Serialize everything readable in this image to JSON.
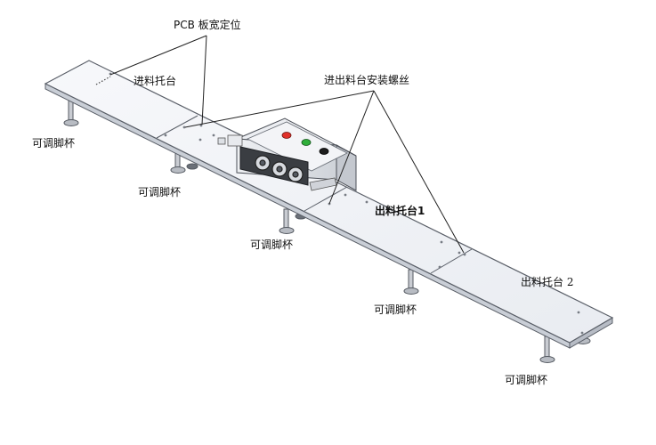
{
  "labels": {
    "pcb_width_positioning": "PCB 板宽定位",
    "infeed_tray": "进料托台",
    "tray_mount_screws": "进出料台安装螺丝",
    "outfeed_tray_1": "出料托台1",
    "outfeed_tray_2": "出料托台 2",
    "adjustable_foot": "可调脚杯"
  },
  "colors": {
    "outline": "#5a5f68",
    "tabletop": "#f2f4f8",
    "tabletop_edge": "#c9ced6",
    "machine_body": "#e6e8ec",
    "machine_dark": "#3a3d42",
    "button_red": "#e0302a",
    "button_green": "#2fae3a",
    "button_black": "#1c1c1c"
  },
  "icons": {
    "button_red": "red-button-icon",
    "button_green": "green-button-icon",
    "button_black": "black-button-icon"
  }
}
